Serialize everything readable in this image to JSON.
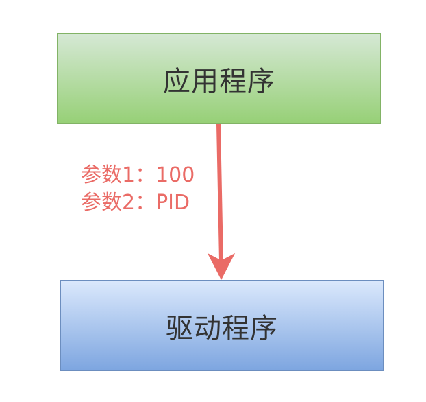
{
  "nodes": {
    "app": {
      "label": "应用程序"
    },
    "driver": {
      "label": "驱动程序"
    }
  },
  "edge": {
    "label_lines": [
      "参数1：100",
      "参数2：PID"
    ],
    "color": "#ea6b66"
  },
  "colors": {
    "app_fill_top": "#d5e8d4",
    "app_fill_bottom": "#97d077",
    "app_stroke": "#82b366",
    "driver_fill_top": "#dae8fc",
    "driver_fill_bottom": "#7ea6e0",
    "driver_stroke": "#6c8ebf",
    "text": "#333333"
  }
}
